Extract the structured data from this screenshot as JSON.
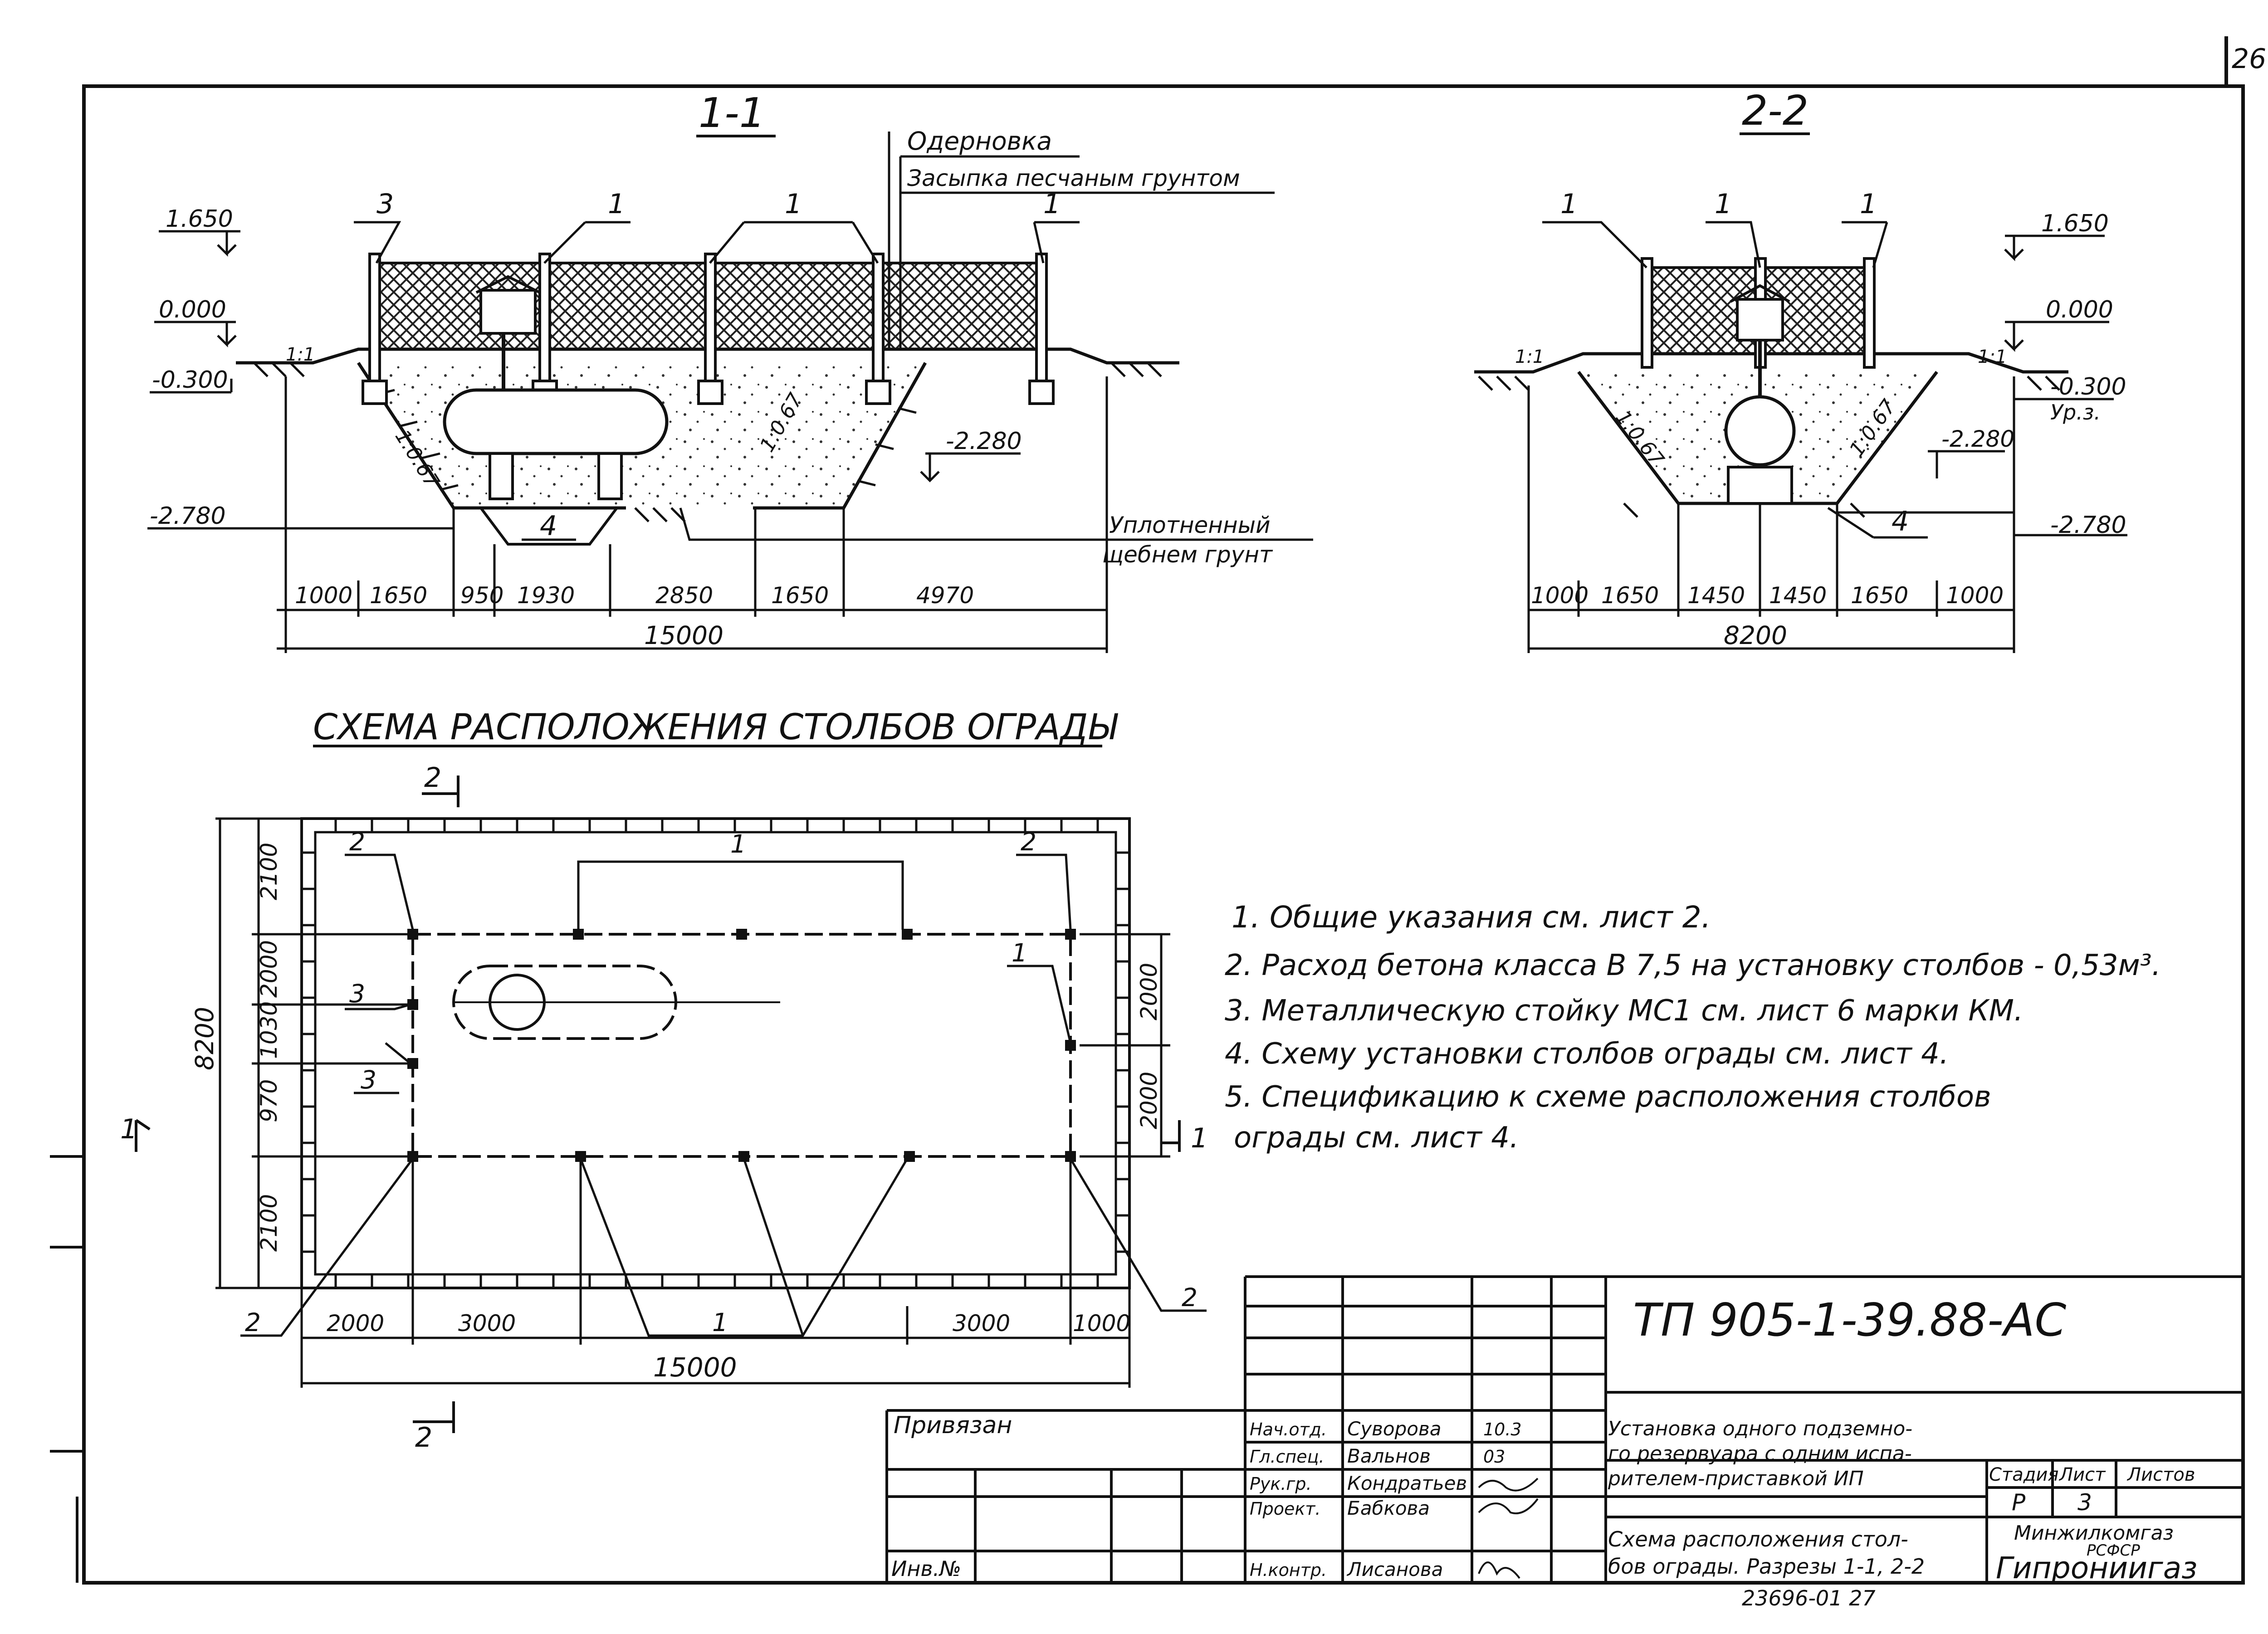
{
  "sheet_number": "26",
  "section_1_1": {
    "title": "1-1",
    "labels": {
      "sod": "Одерновка",
      "sand_backfill": "Засыпка песчаным грунтом",
      "compacted": "Уплотненный",
      "compacted2": "щебнем грунт"
    },
    "elevations": [
      "1.650",
      "0.000",
      "-0.300",
      "-2.780",
      "-2.280"
    ],
    "slopes": [
      "1:1",
      "1:0.67",
      "1:0.67"
    ],
    "callouts": [
      "3",
      "1",
      "1",
      "1",
      "4"
    ],
    "dims": [
      "1000",
      "1650",
      "950",
      "1930",
      "2850",
      "1650",
      "4970"
    ],
    "total": "15000"
  },
  "section_2_2": {
    "title": "2-2",
    "elevations": [
      "1.650",
      "0.000",
      "-0.300",
      "Ур.з.",
      "-2.280",
      "-2.780"
    ],
    "slopes": [
      "1:1",
      "1:1",
      "1:0.67",
      "1:0.67"
    ],
    "callouts": [
      "1",
      "1",
      "1",
      "4"
    ],
    "dims": [
      "1000",
      "1650",
      "1450",
      "1450",
      "1650",
      "1000"
    ],
    "total": "8200"
  },
  "plan": {
    "title": "СХЕМА РАСПОЛОЖЕНИЯ СТОЛБОВ ОГРАДЫ",
    "section_marks": [
      "2",
      "2",
      "1",
      "1"
    ],
    "left_dims": [
      "2100",
      "2000",
      "1030",
      "970",
      "2100"
    ],
    "left_total": "8200",
    "right_dims": [
      "2000",
      "2000"
    ],
    "bottom_dims": [
      "2000",
      "3000",
      "3000",
      "1000"
    ],
    "bottom_total": "15000",
    "callouts": [
      "2",
      "1",
      "2",
      "1",
      "3",
      "3",
      "2",
      "1",
      "2"
    ]
  },
  "notes": [
    "1. Общие указания см. лист 2.",
    "2. Расход бетона класса В 7,5 на установку столбов - 0,53м³.",
    "3. Металлическую стойку МС1 см. лист 6 марки КМ.",
    "4. Схему установки столбов ограды см. лист 4.",
    "5. Спецификацию к схеме расположения столбов",
    "ограды см. лист 4."
  ],
  "title_block": {
    "code": "ТП 905-1-39.88-АС",
    "bound": "Привязан",
    "inv_no": "Инв.№",
    "roles": [
      "Нач.отд.",
      "Гл.спец.",
      "Рук.гр.",
      "Проект.",
      "Н.контр."
    ],
    "names": [
      "Суворова",
      "Вальнов",
      "Кондратьев",
      "Бабкова",
      "Лисанова"
    ],
    "dates": [
      "10.3",
      "03",
      "",
      "",
      ""
    ],
    "desc1": [
      "Установка одного подземно-",
      "го резервуара с одним испа-",
      "рителем-приставкой ИП"
    ],
    "desc2": [
      "Схема расположения стол-",
      "бов ограды. Разрезы 1-1, 2-2"
    ],
    "stage_hdr": "Стадия",
    "sheet_hdr": "Лист",
    "sheets_hdr": "Листов",
    "stage": "Р",
    "sheet": "3",
    "org1": "Минжилкомгаз",
    "org2": "РСФСР",
    "org3": "Гипрониигаз",
    "archive": "23696-01 27"
  }
}
